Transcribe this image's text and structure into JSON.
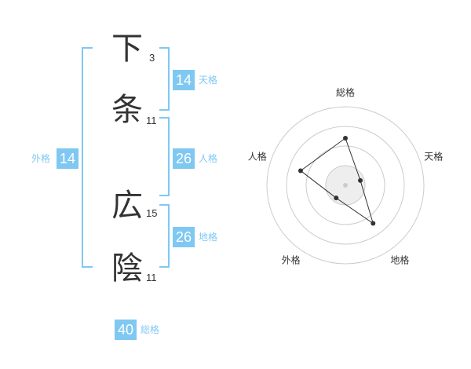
{
  "name": {
    "chars": [
      {
        "char": "下",
        "strokes": "3"
      },
      {
        "char": "条",
        "strokes": "11"
      },
      {
        "char": "広",
        "strokes": "15"
      },
      {
        "char": "陰",
        "strokes": "11"
      }
    ]
  },
  "fortunes": {
    "tenkaku": {
      "value": "14",
      "label": "天格"
    },
    "jinkaku": {
      "value": "26",
      "label": "人格"
    },
    "chikaku": {
      "value": "26",
      "label": "地格"
    },
    "gaikaku": {
      "value": "14",
      "label": "外格"
    },
    "soukaku": {
      "value": "40",
      "label": "総格"
    }
  },
  "chart_data": {
    "type": "radar",
    "axes": [
      "総格",
      "天格",
      "地格",
      "外格",
      "人格"
    ],
    "values": [
      3,
      1,
      3,
      1,
      3
    ],
    "rmax": 5,
    "rings": 4,
    "colors": {
      "accent": "#7fc8f2",
      "line": "#333333",
      "ring": "#cccccc",
      "fill": "#eeeeee"
    }
  }
}
